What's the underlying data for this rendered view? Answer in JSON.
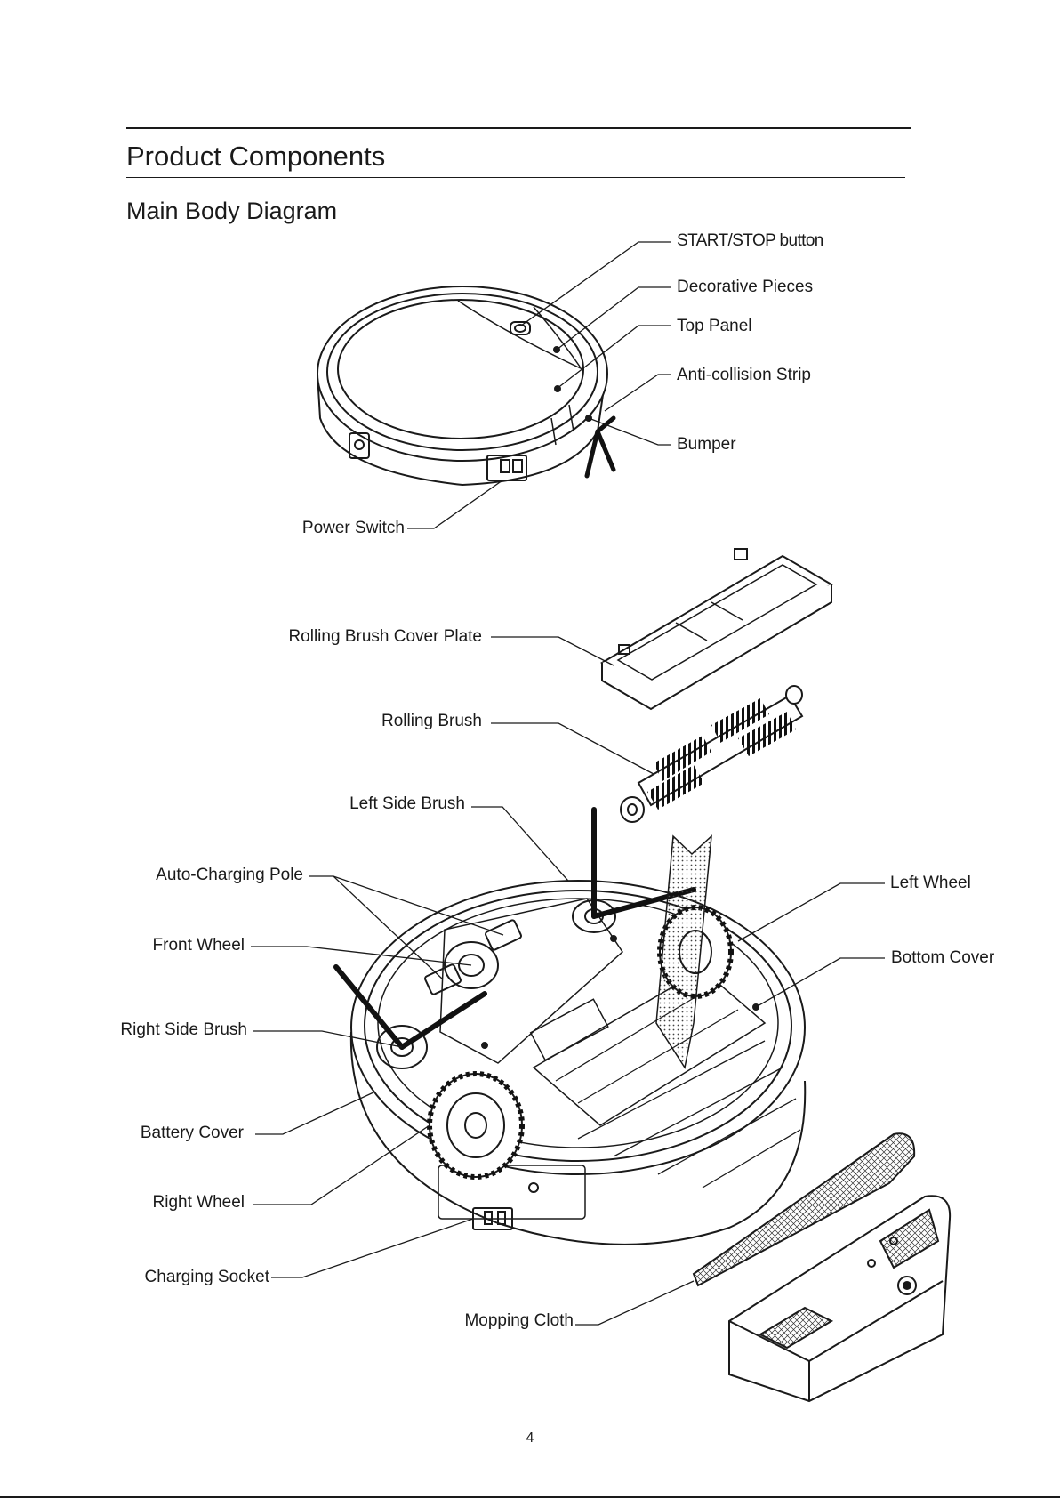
{
  "header": {
    "section_title": "Product Components",
    "diagram_title": "Main Body Diagram"
  },
  "labels": {
    "start_stop": "START/STOP button",
    "decorative": "Decorative Pieces",
    "top_panel": "Top Panel",
    "anti_collision": "Anti-collision Strip",
    "bumper": "Bumper",
    "power_switch": "Power Switch",
    "rolling_brush_cover": "Rolling Brush Cover Plate",
    "rolling_brush": "Rolling Brush",
    "left_side_brush": "Left Side Brush",
    "auto_charging_pole": "Auto-Charging Pole",
    "front_wheel": "Front Wheel",
    "right_side_brush": "Right Side Brush",
    "battery_cover": "Battery Cover",
    "right_wheel": "Right Wheel",
    "charging_socket": "Charging Socket",
    "mopping_cloth": "Mopping Cloth",
    "left_wheel": "Left Wheel",
    "bottom_cover": "Bottom Cover"
  },
  "page_number": "4"
}
